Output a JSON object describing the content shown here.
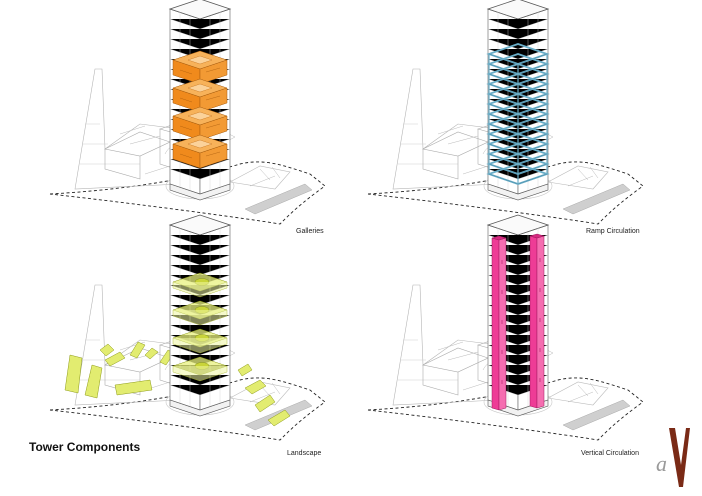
{
  "title": "Tower Components",
  "panels": [
    {
      "key": "galleries",
      "label": "Galleries",
      "color": "#f08a1c"
    },
    {
      "key": "ramp",
      "label": "Ramp Circulation",
      "color": "#6aaec8"
    },
    {
      "key": "landscape",
      "label": "Landscape",
      "color": "#e2ec70"
    },
    {
      "key": "vertical",
      "label": "Vertical Circulation",
      "color": "#ee3c96"
    }
  ],
  "logo": {
    "letter": "a",
    "brand_color": "#7a2a16"
  }
}
